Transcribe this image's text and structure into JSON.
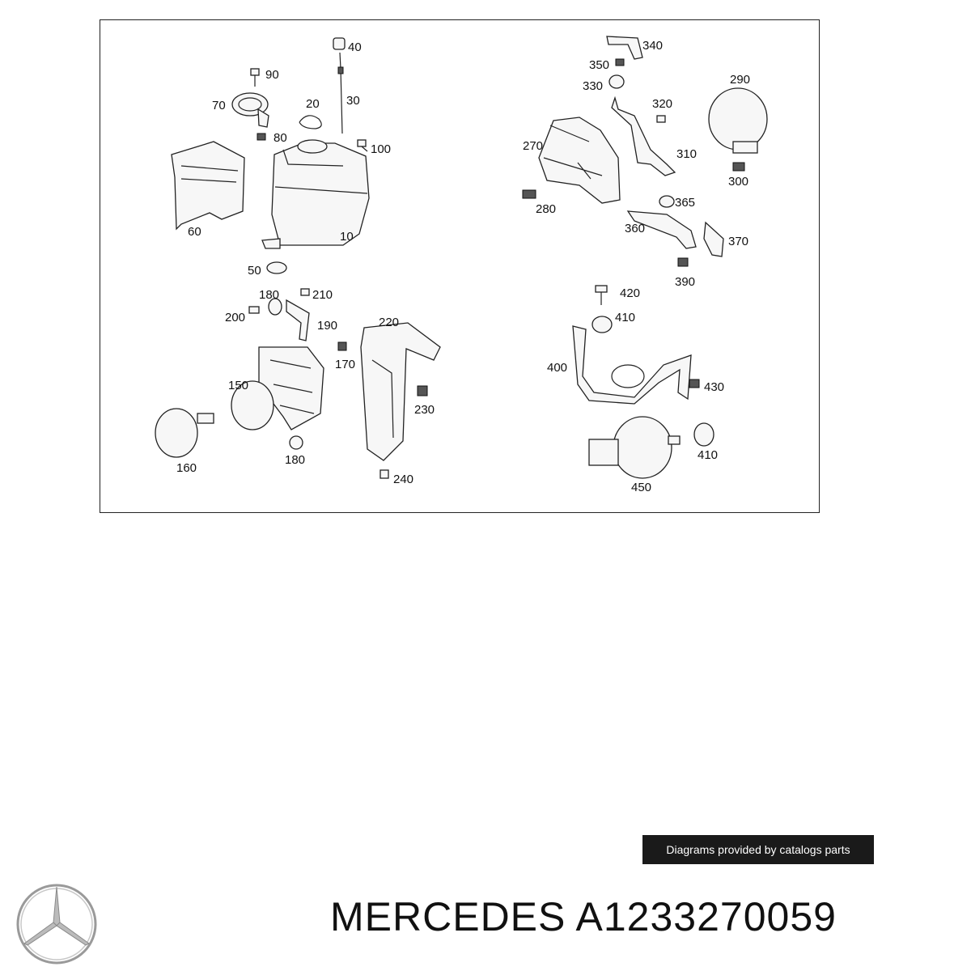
{
  "labels": {
    "p10": "10",
    "p20": "20",
    "p30": "30",
    "p40": "40",
    "p50": "50",
    "p60": "60",
    "p70": "70",
    "p80": "80",
    "p90": "90",
    "p100": "100",
    "p150": "150",
    "p160": "160",
    "p170": "170",
    "p180a": "180",
    "p180b": "180",
    "p190": "190",
    "p200": "200",
    "p210": "210",
    "p220": "220",
    "p230": "230",
    "p240": "240",
    "p270": "270",
    "p280": "280",
    "p290": "290",
    "p300": "300",
    "p310": "310",
    "p320": "320",
    "p330": "330",
    "p340": "340",
    "p350": "350",
    "p360": "360",
    "p365": "365",
    "p370": "370",
    "p390": "390",
    "p400": "400",
    "p410a": "410",
    "p410b": "410",
    "p420": "420",
    "p430": "430",
    "p450": "450"
  },
  "credit_text": "Diagrams provided by catalogs parts",
  "brand": "MERCEDES",
  "part_number": "A1233270059",
  "colors": {
    "credit_bg": "#1a1a1a",
    "line": "#222222"
  },
  "logo_icon": "three-pointed-star-icon"
}
